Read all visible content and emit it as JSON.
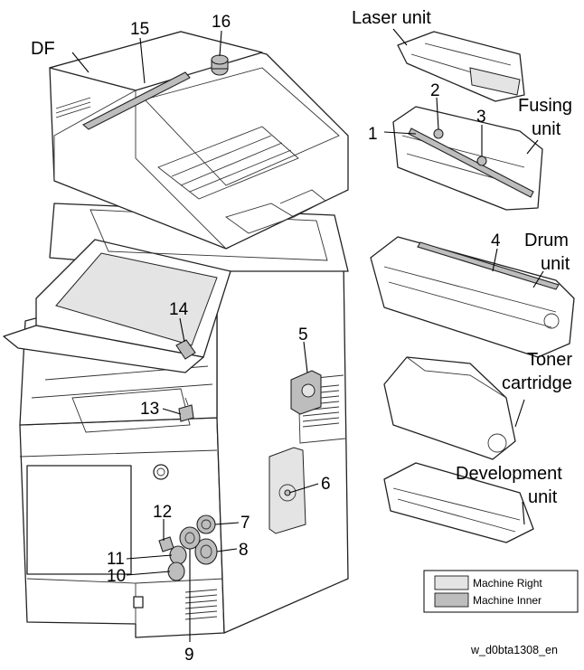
{
  "labels": {
    "df": "DF",
    "laser_unit": "Laser unit",
    "fusing_unit_line1": "Fusing",
    "fusing_unit_line2": "unit",
    "drum_unit_line1": "Drum",
    "drum_unit_line2": "unit",
    "toner_cartridge_line1": "Toner",
    "toner_cartridge_line2": "cartridge",
    "development_unit_line1": "Development",
    "development_unit_line2": "unit"
  },
  "callouts": [
    "1",
    "2",
    "3",
    "4",
    "5",
    "6",
    "7",
    "8",
    "9",
    "10",
    "11",
    "12",
    "13",
    "14",
    "15",
    "16"
  ],
  "legend": {
    "items": [
      {
        "label": "Machine Right",
        "color": "#e4e4e4"
      },
      {
        "label": "Machine Inner",
        "color": "#bdbdbd"
      }
    ]
  },
  "figure_id": "w_d0bta1308_en"
}
